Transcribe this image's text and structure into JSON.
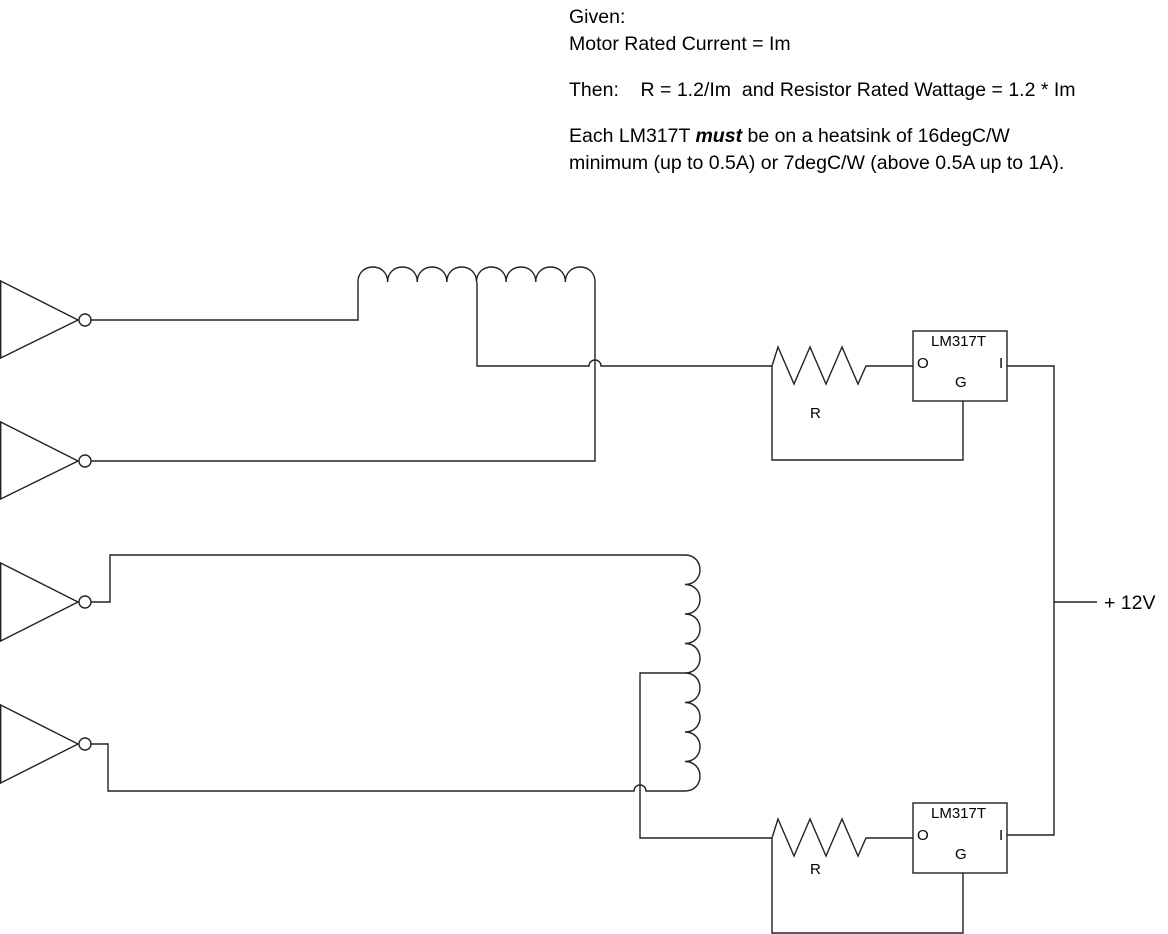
{
  "notes": {
    "given_label": "Given:",
    "motor_current": "Motor Rated Current = Im",
    "then_line": "Then:    R = 1.2/Im  and Resistor Rated Wattage = 1.2 * Im",
    "heatsink_pre": "Each LM317T ",
    "heatsink_emph": "must",
    "heatsink_post": " be on a heatsink of 16degC/W",
    "heatsink_line2": "minimum (up to 0.5A) or 7degC/W (above 0.5A up to 1A)."
  },
  "schematic": {
    "regulators": [
      {
        "part": "LM317T",
        "pin_out": "O",
        "pin_in": "I",
        "pin_gate": "G"
      },
      {
        "part": "LM317T",
        "pin_out": "O",
        "pin_in": "I",
        "pin_gate": "G"
      }
    ],
    "resistors": [
      {
        "label": "R"
      },
      {
        "label": "R"
      }
    ],
    "supply_label": "+ 12V",
    "inverter_count": 4,
    "coil_windings": 8
  }
}
